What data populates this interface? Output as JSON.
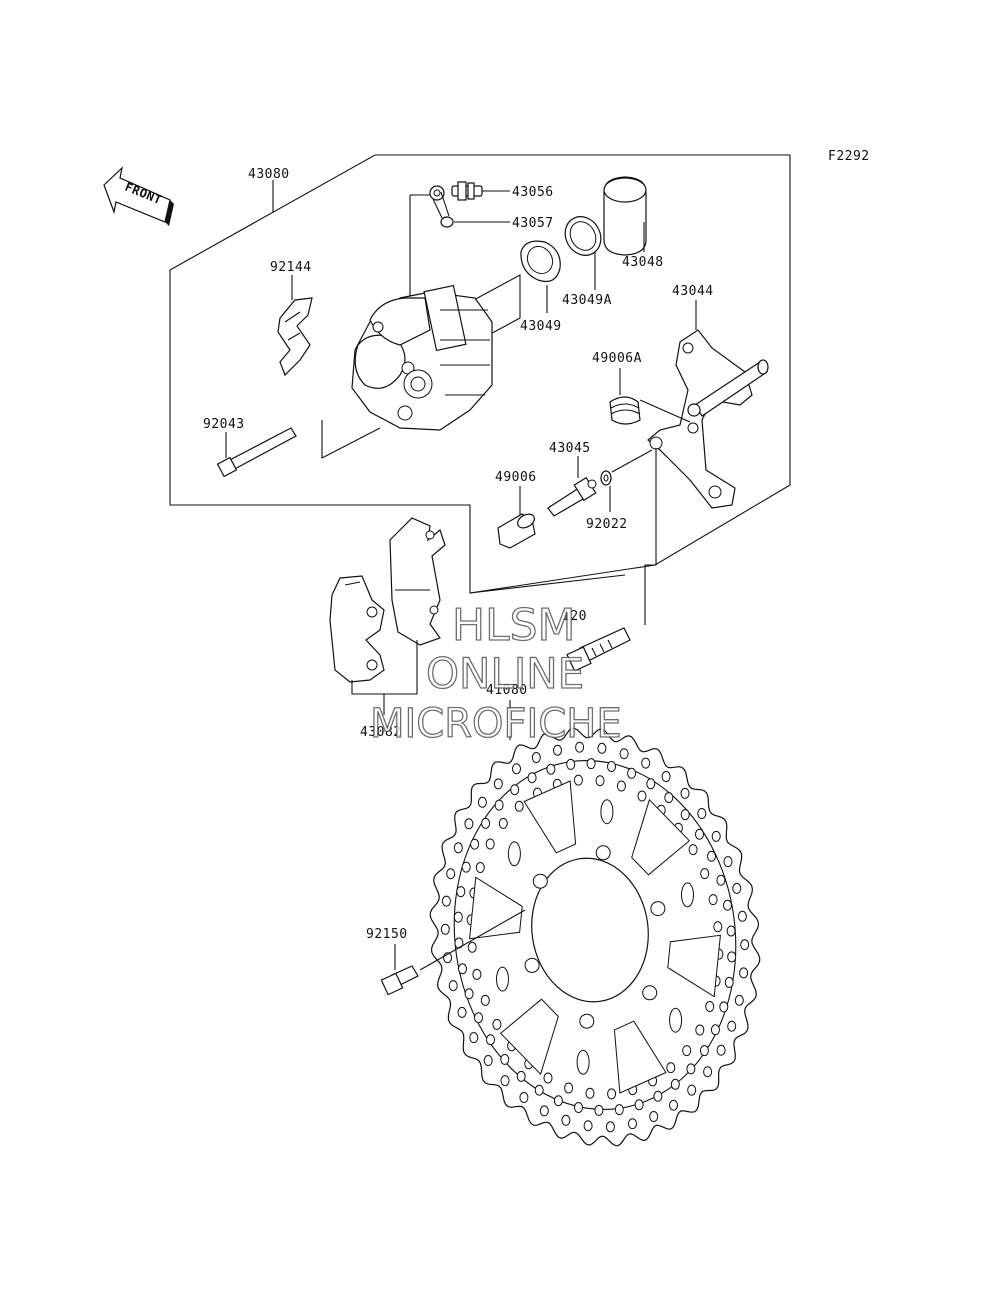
{
  "figure_code": "F2292",
  "front_label": "FRONT",
  "labels": {
    "p43080": "43080",
    "p43056": "43056",
    "p43057": "43057",
    "p43048": "43048",
    "p92144": "92144",
    "p43049A": "43049A",
    "p43044": "43044",
    "p43049": "43049",
    "p49006A": "49006A",
    "p92043": "92043",
    "p43045": "43045",
    "p49006": "49006",
    "p92022": "92022",
    "p120": "120",
    "p41080": "41080",
    "p43082": "43082",
    "p92150": "92150"
  },
  "watermark": {
    "line1": "HLSM",
    "line2": "ONLINE",
    "line3": "MICROFICHE"
  }
}
